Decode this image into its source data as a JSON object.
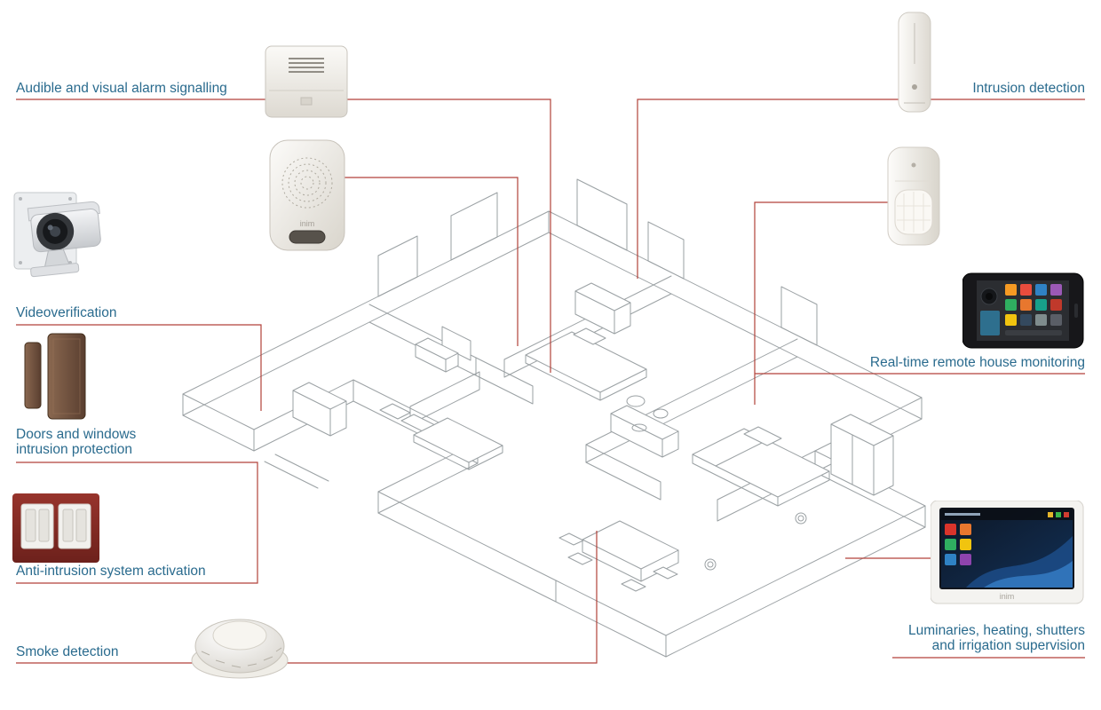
{
  "page": {
    "background": "#ffffff"
  },
  "colors": {
    "label_text": "#2a6b8e",
    "connector_line": "#b2423a",
    "house_line": "#9aa0a3"
  },
  "annotations": {
    "alarm_signalling": "Audible and visual alarm signalling",
    "intrusion_detection": "Intrusion detection",
    "videoverification": "Videoverification",
    "doors_windows_line1": "Doors and windows",
    "doors_windows_line2": "intrusion protection",
    "anti_intrusion": "Anti-intrusion system activation",
    "smoke_detection": "Smoke detection",
    "remote_monitoring": "Real-time remote house monitoring",
    "luminaries_line1": "Luminaries, heating, shutters",
    "luminaries_line2": "and irrigation supervision"
  },
  "devices": {
    "siren_brand": "inim",
    "panel_brand": "inim",
    "list": [
      "wall-sounder",
      "indoor-siren",
      "cctv-camera",
      "door-window-contact",
      "wall-switch-keypad",
      "smoke-detector",
      "shock-sensor",
      "pir-motion-sensor",
      "smartphone-app",
      "touchscreen-panel"
    ]
  }
}
